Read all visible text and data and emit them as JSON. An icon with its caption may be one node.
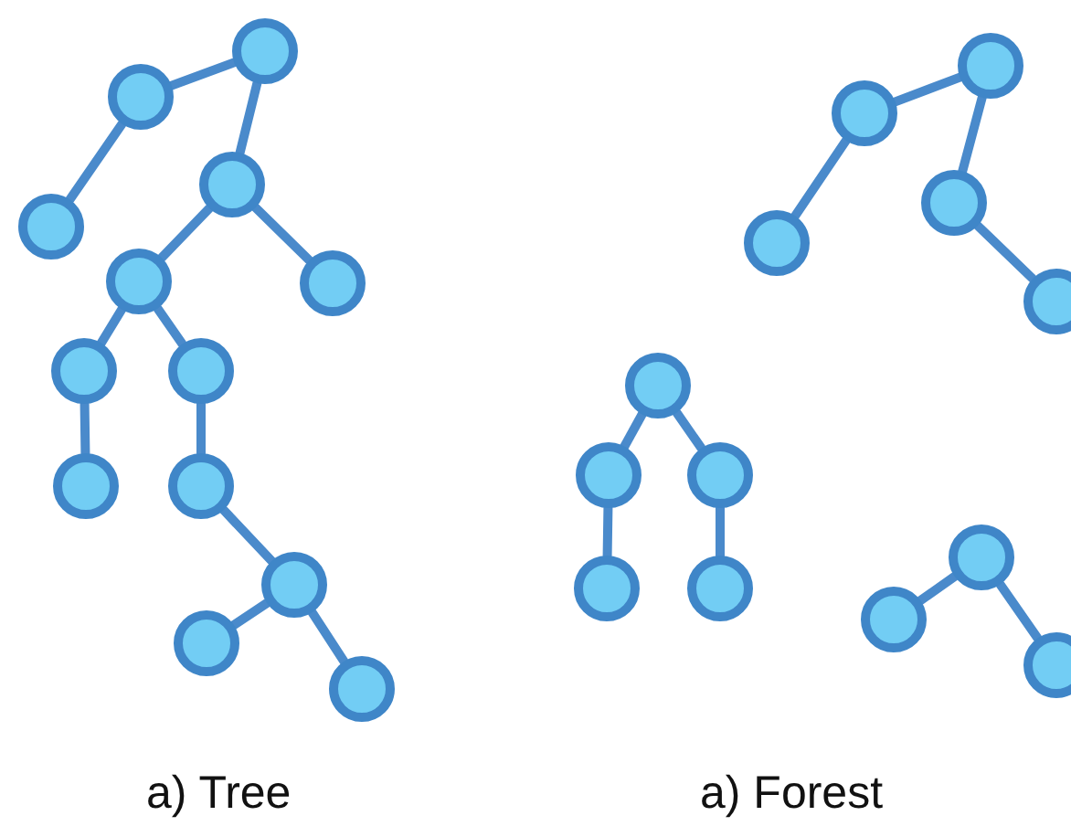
{
  "diagram": {
    "nodes": [
      {
        "text": [],
        "shape": "circle"
      },
      {
        "text": [],
        "shape": "circle"
      },
      {
        "text": [],
        "shape": "circle"
      },
      {
        "text": [],
        "shape": "circle"
      },
      {
        "text": [],
        "shape": "circle"
      },
      {
        "text": [],
        "shape": "circle"
      },
      {
        "text": [],
        "shape": "circle"
      },
      {
        "text": [],
        "shape": "circle"
      },
      {
        "text": [],
        "shape": "circle"
      },
      {
        "text": [],
        "shape": "circle"
      },
      {
        "text": [],
        "shape": "circle"
      },
      {
        "text": [],
        "shape": "circle"
      },
      {
        "text": [],
        "shape": "circle"
      },
      {
        "text": [],
        "shape": "circle"
      },
      {
        "text": [],
        "shape": "circle"
      },
      {
        "text": [],
        "shape": "circle"
      },
      {
        "text": [],
        "shape": "circle"
      },
      {
        "text": [],
        "shape": "circle"
      },
      {
        "text": [],
        "shape": "circle"
      },
      {
        "text": [],
        "shape": "circle"
      },
      {
        "text": [],
        "shape": "circle"
      },
      {
        "text": [],
        "shape": "circle"
      },
      {
        "text": [],
        "shape": "circle"
      },
      {
        "text": [],
        "shape": "circle"
      },
      {
        "text": [],
        "shape": "circle"
      },
      {
        "text": [],
        "shape": "circle"
      }
    ],
    "edges": [
      {
        "from": 0,
        "to": 1,
        "arrow": "none"
      },
      {
        "from": 1,
        "to": 2,
        "arrow": "none"
      },
      {
        "from": 0,
        "to": 3,
        "arrow": "none"
      },
      {
        "from": 3,
        "to": 4,
        "arrow": "none"
      },
      {
        "from": 3,
        "to": 5,
        "arrow": "none"
      },
      {
        "from": 4,
        "to": 6,
        "arrow": "none"
      },
      {
        "from": 4,
        "to": 7,
        "arrow": "none"
      },
      {
        "from": 6,
        "to": 8,
        "arrow": "none"
      },
      {
        "from": 7,
        "to": 9,
        "arrow": "none"
      },
      {
        "from": 9,
        "to": 10,
        "arrow": "none"
      },
      {
        "from": 10,
        "to": 11,
        "arrow": "none"
      },
      {
        "from": 10,
        "to": 12,
        "arrow": "none"
      },
      {
        "from": 13,
        "to": 14,
        "arrow": "none"
      },
      {
        "from": 14,
        "to": 15,
        "arrow": "none"
      },
      {
        "from": 13,
        "to": 16,
        "arrow": "none"
      },
      {
        "from": 16,
        "to": 17,
        "arrow": "none"
      },
      {
        "from": 18,
        "to": 19,
        "arrow": "none"
      },
      {
        "from": 18,
        "to": 20,
        "arrow": "none"
      },
      {
        "from": 19,
        "to": 21,
        "arrow": "none"
      },
      {
        "from": 20,
        "to": 22,
        "arrow": "none"
      },
      {
        "from": 23,
        "to": 24,
        "arrow": "none"
      },
      {
        "from": 23,
        "to": 25,
        "arrow": "none"
      }
    ],
    "labels": [
      "a) Tree",
      "a) Forest"
    ]
  }
}
